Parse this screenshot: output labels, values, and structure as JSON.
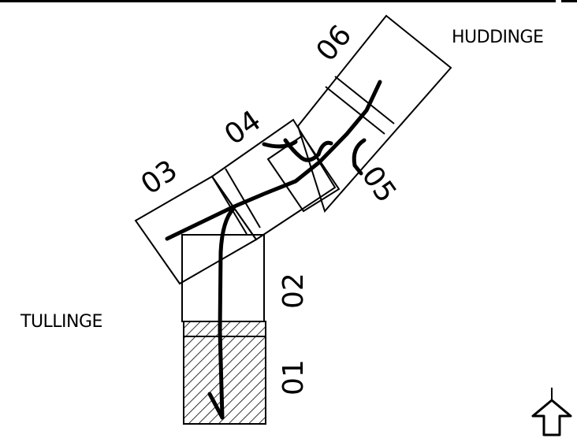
{
  "places": {
    "north": "HUDDINGE",
    "south": "TULLINGE"
  },
  "sections": {
    "s01": "01",
    "s02": "02",
    "s03": "03",
    "s04": "04",
    "s05": "05",
    "s06": "06"
  },
  "icons": {
    "north_arrow": "north-arrow-icon"
  }
}
